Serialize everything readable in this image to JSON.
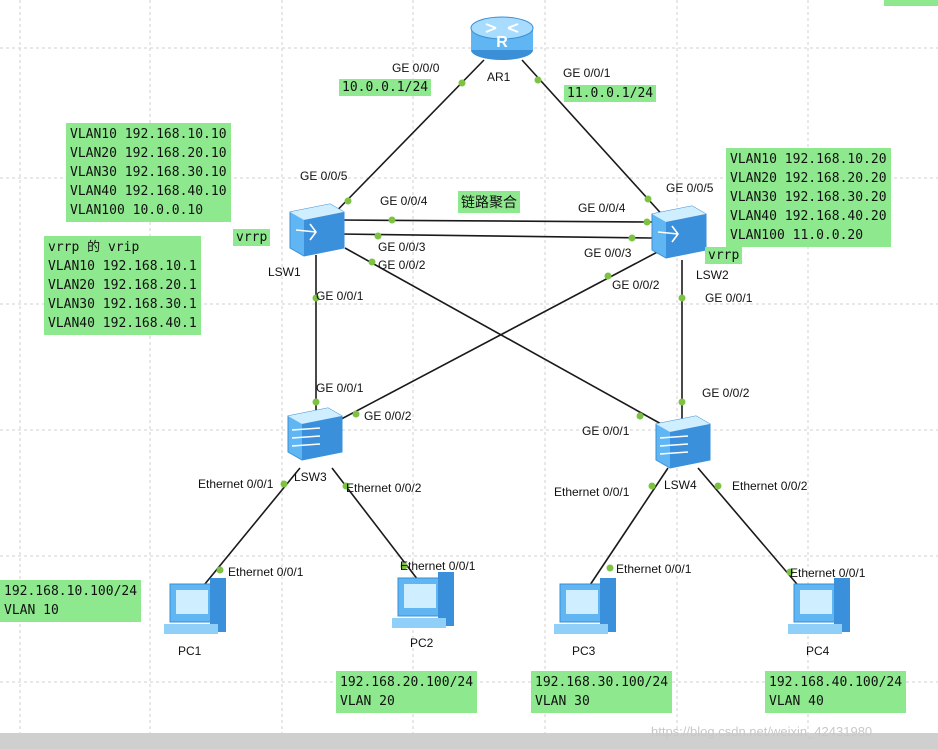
{
  "devices": {
    "ar1": {
      "label": "AR1",
      "icon": "router-icon",
      "glyph": "R"
    },
    "lsw1": {
      "label": "LSW1",
      "icon": "core-switch-icon"
    },
    "lsw2": {
      "label": "LSW2",
      "icon": "core-switch-icon"
    },
    "lsw3": {
      "label": "LSW3",
      "icon": "access-switch-icon"
    },
    "lsw4": {
      "label": "LSW4",
      "icon": "access-switch-icon"
    },
    "pc1": {
      "label": "PC1",
      "icon": "pc-icon"
    },
    "pc2": {
      "label": "PC2",
      "icon": "pc-icon"
    },
    "pc3": {
      "label": "PC3",
      "icon": "pc-icon"
    },
    "pc4": {
      "label": "PC4",
      "icon": "pc-icon"
    }
  },
  "ports": {
    "ar1_ge000": "GE 0/0/0",
    "ar1_ge001": "GE 0/0/1",
    "lsw1_ge005": "GE 0/0/5",
    "lsw1_ge004": "GE 0/0/4",
    "lsw1_ge003": "GE 0/0/3",
    "lsw1_ge002": "GE 0/0/2",
    "lsw1_ge001": "GE 0/0/1",
    "lsw2_ge005": "GE 0/0/5",
    "lsw2_ge004": "GE 0/0/4",
    "lsw2_ge003": "GE 0/0/3",
    "lsw2_ge002": "GE 0/0/2",
    "lsw2_ge001": "GE 0/0/1",
    "lsw3_ge001": "GE 0/0/1",
    "lsw3_ge002": "GE 0/0/2",
    "lsw3_eth001": "Ethernet 0/0/1",
    "lsw3_eth002": "Ethernet 0/0/2",
    "lsw4_ge001": "GE 0/0/1",
    "lsw4_ge002": "GE 0/0/2",
    "lsw4_eth001": "Ethernet 0/0/1",
    "lsw4_eth002": "Ethernet 0/0/2",
    "pc1_eth": "Ethernet 0/0/1",
    "pc2_eth": "Ethernet 0/0/1",
    "pc3_eth": "Ethernet 0/0/1",
    "pc4_eth": "Ethernet 0/0/1"
  },
  "ar1_ip_left": "10.0.0.1/24",
  "ar1_ip_right": "11.0.0.1/24",
  "link_aggregation": "链路聚合",
  "lsw1_vlanif": [
    "VLAN10 192.168.10.10",
    "VLAN20 192.168.20.10",
    "VLAN30 192.168.30.10",
    "VLAN40 192.168.40.10",
    "VLAN100 10.0.0.10"
  ],
  "lsw2_vlanif": [
    "VLAN10 192.168.10.20",
    "VLAN20 192.168.20.20",
    "VLAN30 192.168.30.20",
    "VLAN40 192.168.40.20",
    "VLAN100 11.0.0.20"
  ],
  "vrrp_vip": [
    "vrrp 的 vrip",
    "VLAN10 192.168.10.1",
    "VLAN20 192.168.20.1",
    "VLAN30 192.168.30.1",
    "VLAN40 192.168.40.1"
  ],
  "vrrp_tag_left": "vrrp",
  "vrrp_tag_right": "vrrp",
  "pc1_info": [
    "192.168.10.100/24",
    "VLAN 10"
  ],
  "pc2_info": [
    "192.168.20.100/24",
    "VLAN 20"
  ],
  "pc3_info": [
    "192.168.30.100/24",
    "VLAN 30"
  ],
  "pc4_info": [
    "192.168.40.100/24",
    "VLAN 40"
  ],
  "watermark": "https://blog.csdn.net/weixin_42431980",
  "colors": {
    "label_bg": "#8ee88e",
    "port_dot": "#7dc242",
    "link": "#1a1a1a",
    "device": "#4aa8f0"
  }
}
